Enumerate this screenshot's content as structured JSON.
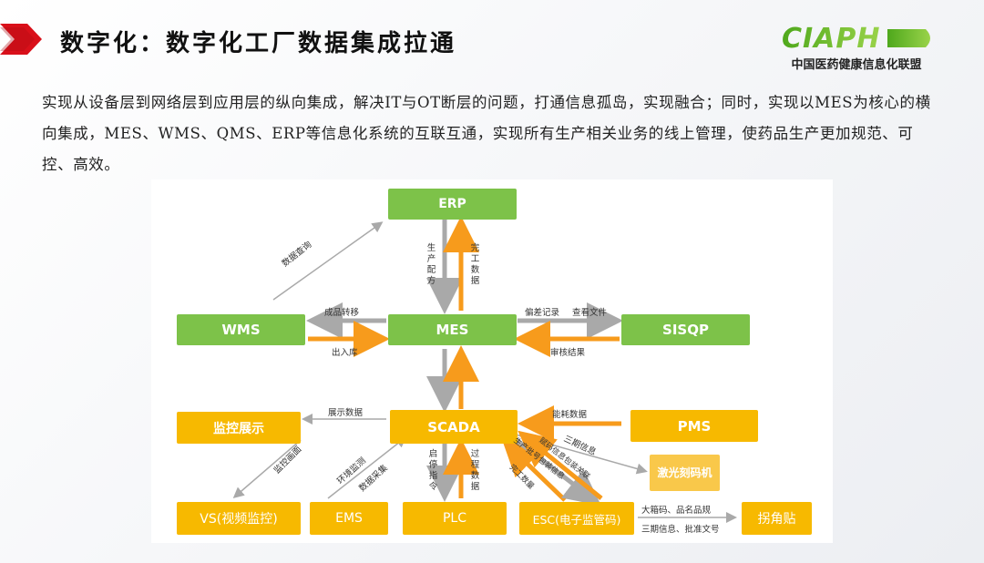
{
  "header": {
    "title": "数字化：数字化工厂数据集成拉通",
    "logo_text": "CIAPH",
    "logo_subtitle": "中国医药健康信息化联盟"
  },
  "intro": {
    "paragraph": "实现从设备层到网络层到应用层的纵向集成，解决IT与OT断层的问题，打通信息孤岛，实现融合；同时，实现以MES为核心的横向集成，MES、WMS、QMS、ERP等信息化系统的互联互通，实现所有生产相关业务的线上管理，使药品生产更加规范、可控、高效。"
  },
  "diagram": {
    "nodes": {
      "erp": "ERP",
      "mes": "MES",
      "wms": "WMS",
      "sisqp": "SISQP",
      "scada": "SCADA",
      "monitor": "监控展示",
      "pms": "PMS",
      "laser": "激光刻码机",
      "vs": "VS(视频监控)",
      "ems": "EMS",
      "plc": "PLC",
      "esc": "ESC(电子监管码)",
      "corner": "拐角贴"
    },
    "labels": {
      "erp_wms": "数据查询",
      "erp_mes_down": "生产配方",
      "mes_erp_up": "完工数据",
      "mes_wms": "成品转移",
      "wms_mes": "出入库",
      "mes_sisqp_1": "偏差记录",
      "mes_sisqp_2": "查看文件",
      "sisqp_mes": "审核结果",
      "scada_monitor": "展示数据",
      "pms_scada": "能耗数据",
      "scada_laser": "三期信息",
      "monitor_vs": "监控画面",
      "ems_scada": "环境监测",
      "ems_scada_2": "数据采集",
      "scada_plc": "启停指令",
      "plc_scada": "过程数据",
      "esc_scada_1": "完工数量",
      "esc_scada_2": "生产批号包装信息",
      "scada_esc": "赋码信息包装关联",
      "esc_corner_1": "大箱码、品名品规",
      "esc_corner_2": "三期信息、批准文号"
    }
  },
  "colors": {
    "title_arrow": "#d9101a",
    "logo_green": "#6aba2c",
    "green_box": "#7dc249",
    "yellow_box": "#f7b900",
    "gray_arrow": "#a9a9a9",
    "orange_arrow": "#f79b1c"
  }
}
